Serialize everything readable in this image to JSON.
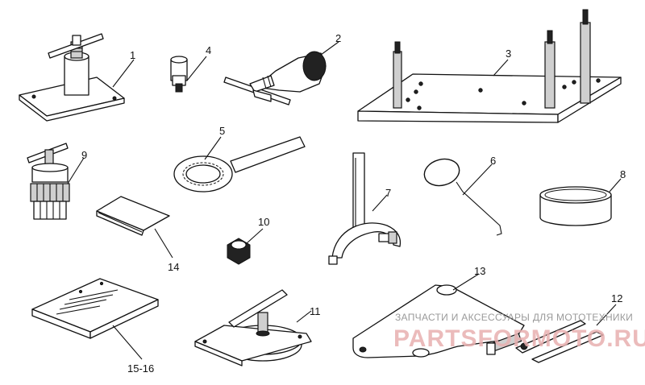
{
  "labels": {
    "l1": "1",
    "l2": "2",
    "l3": "3",
    "l4": "4",
    "l5": "5",
    "l6": "6",
    "l7": "7",
    "l8": "8",
    "l9": "9",
    "l10": "10",
    "l11": "11",
    "l12": "12",
    "l13": "13",
    "l14": "14",
    "l15_16": "15-16"
  },
  "watermark": {
    "line1": "ЗАПЧАСТИ И АКСЕССУАРЫ ДЛЯ МОТОТЕХНИКИ",
    "line2": "PARTSFORMOTO.RU"
  }
}
